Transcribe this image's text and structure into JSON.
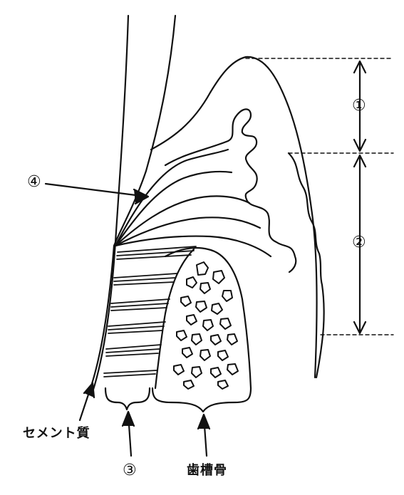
{
  "labels": {
    "marker_1": "①",
    "marker_2": "②",
    "marker_3": "③",
    "marker_4": "④",
    "cementum": "セメント質",
    "alveolar_bone": "歯槽骨"
  },
  "colors": {
    "ink": "#111111",
    "paper": "#ffffff"
  }
}
